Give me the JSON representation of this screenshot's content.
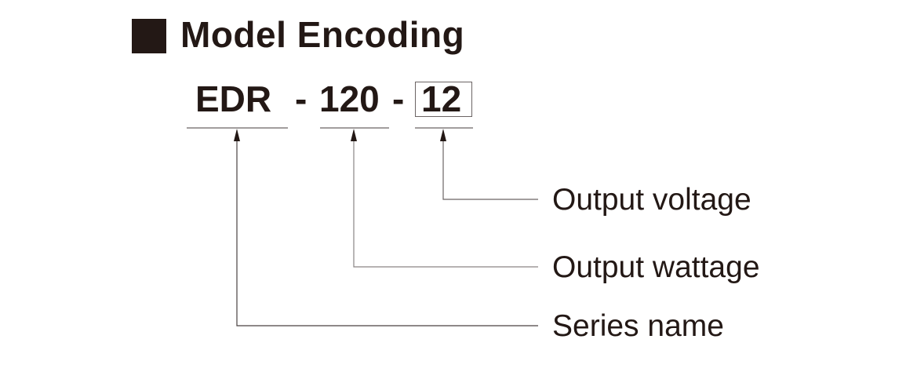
{
  "title": "Model Encoding",
  "model_code": {
    "series": "EDR",
    "separator1": "-",
    "wattage": "120",
    "separator2": "-",
    "voltage": "12"
  },
  "labels": {
    "voltage": "Output voltage",
    "wattage": "Output wattage",
    "series": "Series name"
  },
  "colors": {
    "text": "#231815",
    "line": "#6b6464"
  }
}
